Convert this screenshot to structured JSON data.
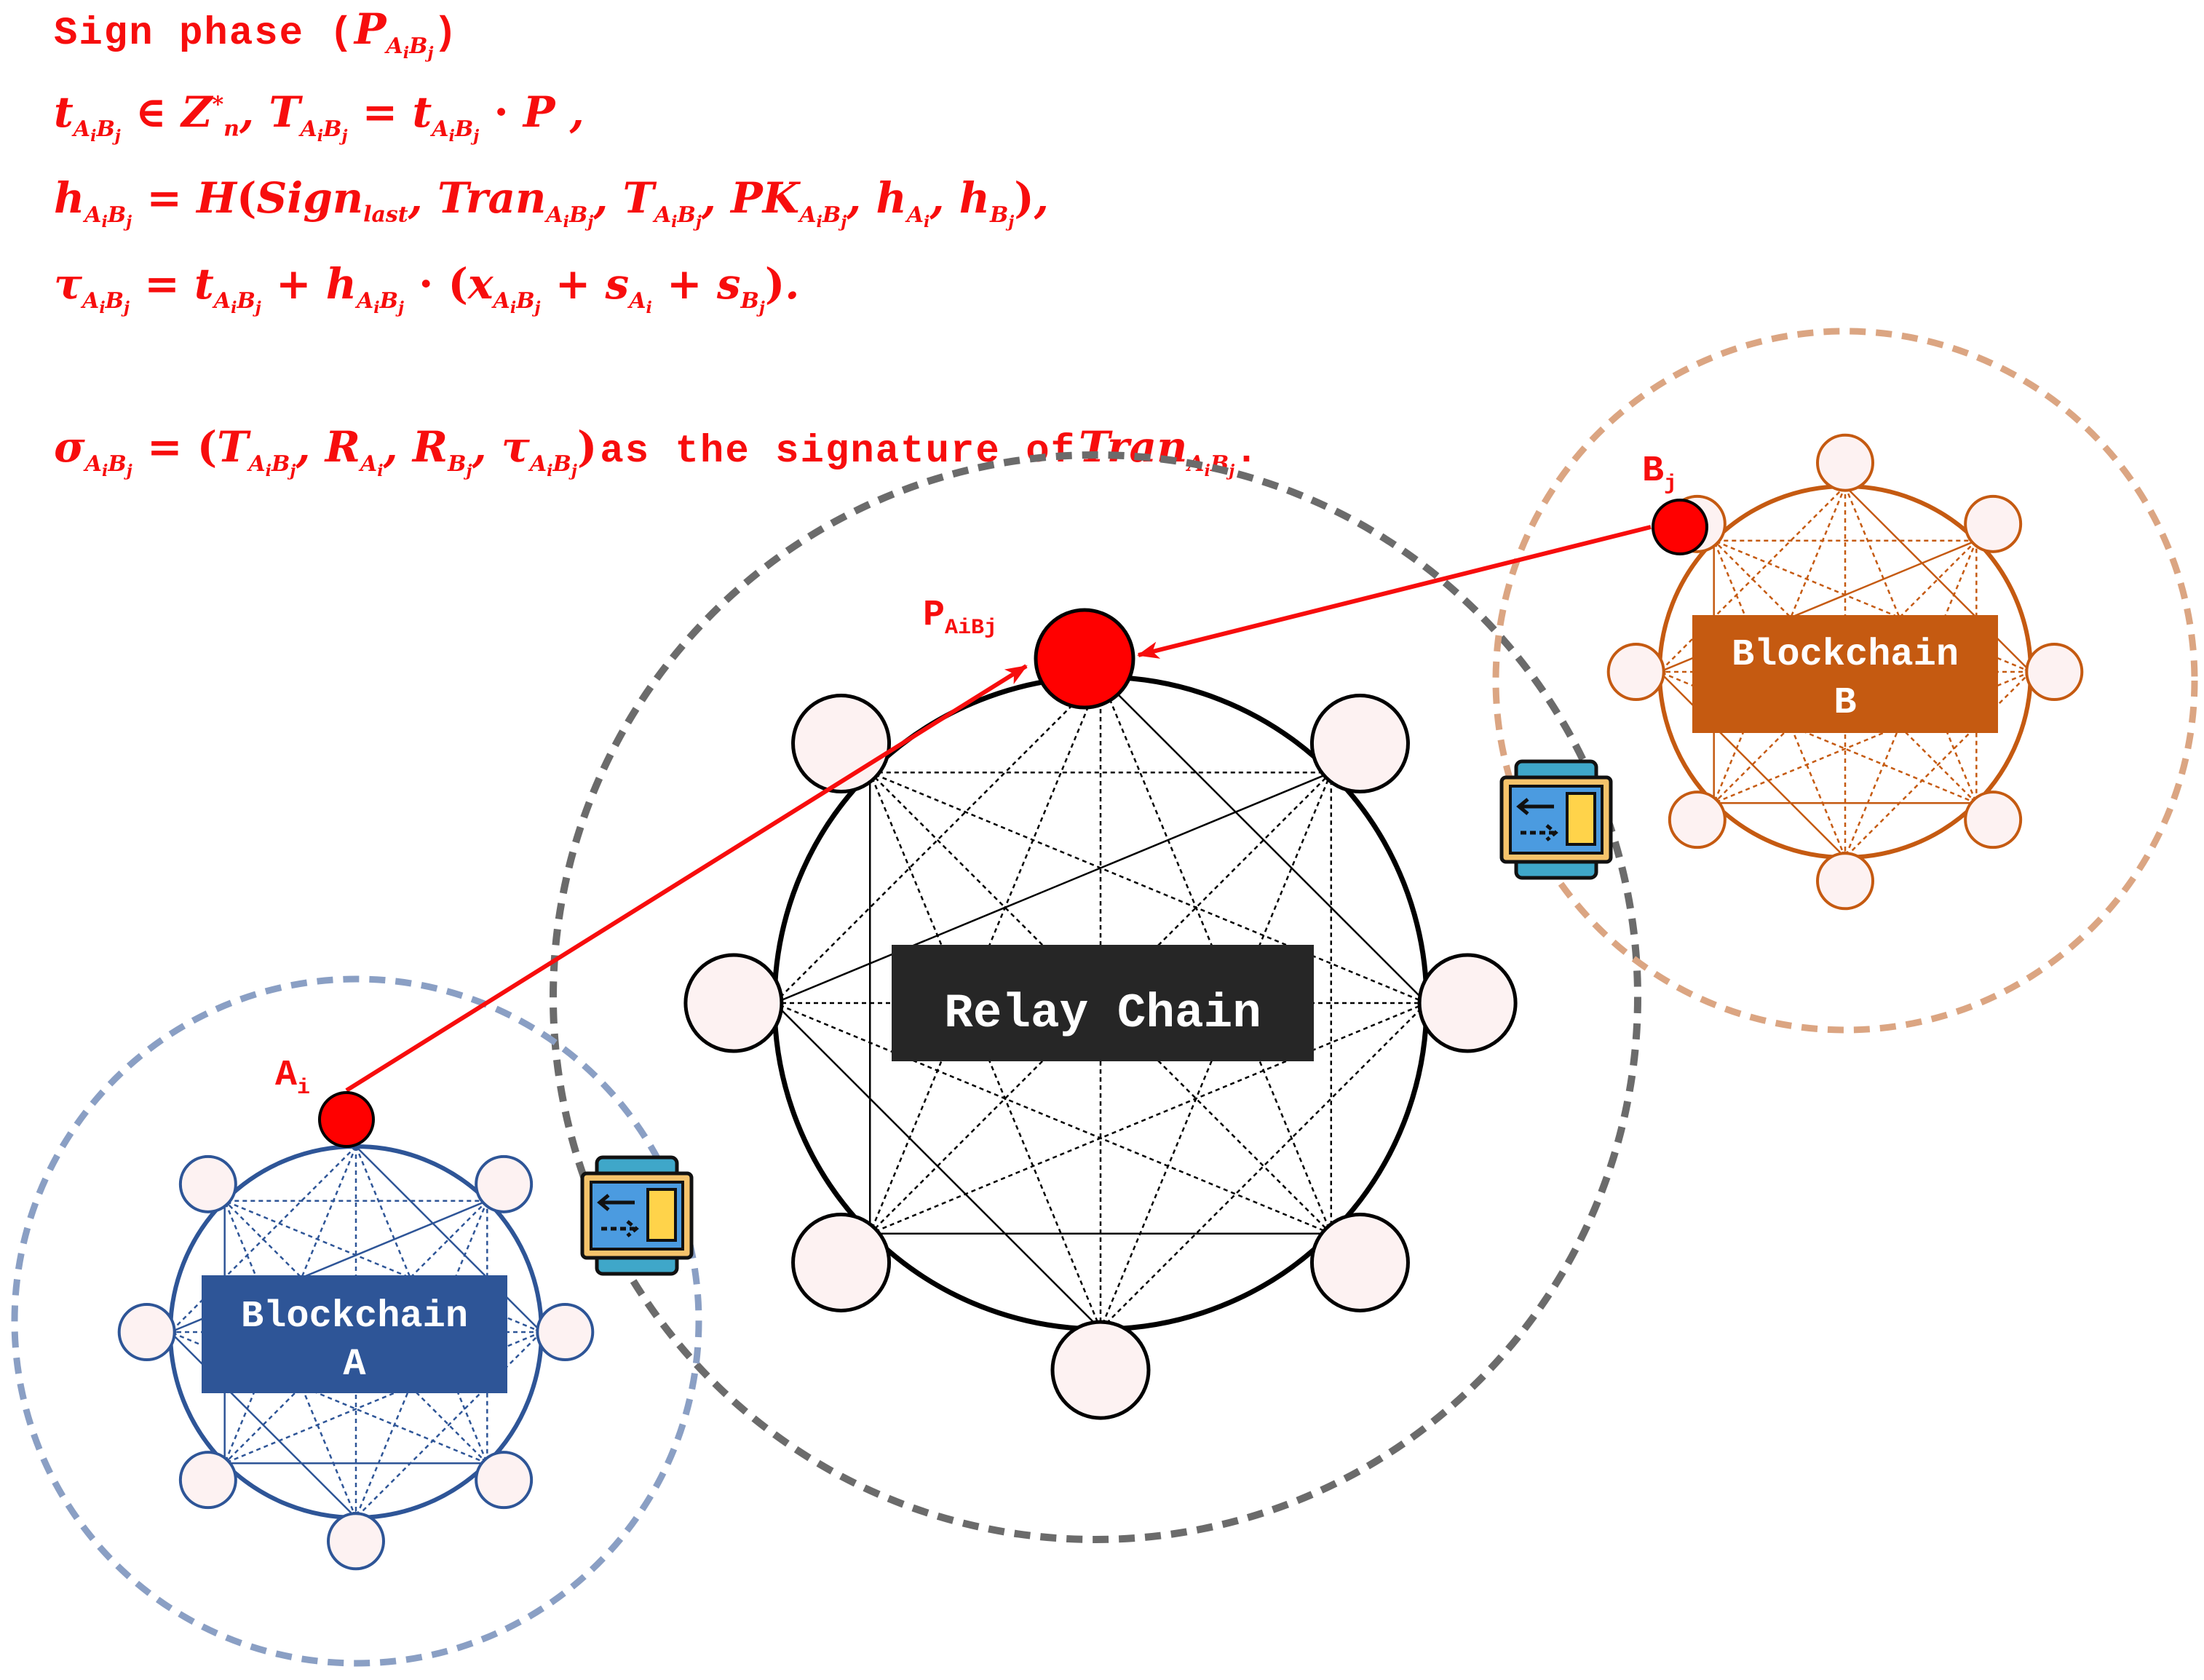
{
  "title": "Sign phase",
  "formulas": {
    "line1": "t ∈ Z*n, T = t · P,",
    "line2": "h = H(Sign_last, Tran, T, PK, h_Ai, h_Bj),",
    "line3": "τ = t + h · (x + s_Ai + s_Bj).",
    "line4_text": "as the signature of"
  },
  "relay_chain": {
    "label": "Relay Chain",
    "node_label": "P",
    "node_sub": "AiBj"
  },
  "blockchain_a": {
    "label_line1": "Blockchain",
    "label_line2": "A",
    "node_label": "A",
    "node_sub": "i",
    "color": "#2e5597"
  },
  "blockchain_b": {
    "label_line1": "Blockchain",
    "label_line2": "B",
    "node_label": "B",
    "node_sub": "j",
    "color": "#c55a11"
  },
  "colors": {
    "red": "#f70d0d",
    "relay": "#222222",
    "relay_ring": "#6b6b6b",
    "a_ring": "#8a9fc4",
    "b_ring": "#dba582"
  },
  "icons": [
    "transfer-icon",
    "transfer-icon"
  ]
}
